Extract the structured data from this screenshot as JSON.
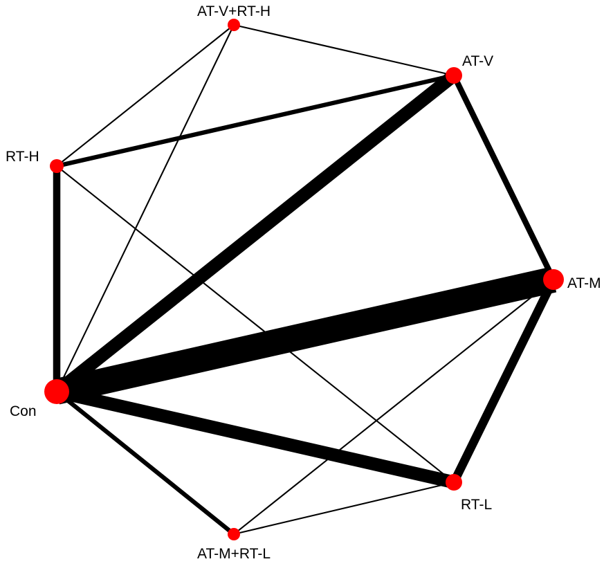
{
  "diagram": {
    "type": "network-graph",
    "colors": {
      "node": "#ff0000",
      "edge": "#000000",
      "background": "#ffffff"
    },
    "nodes": [
      {
        "id": "atv_rth",
        "label": "AT-V+RT-H"
      },
      {
        "id": "atv",
        "label": "AT-V"
      },
      {
        "id": "rth",
        "label": "RT-H"
      },
      {
        "id": "atm",
        "label": "AT-M"
      },
      {
        "id": "con",
        "label": "Con"
      },
      {
        "id": "rtl",
        "label": "RT-L"
      },
      {
        "id": "atm_rtl",
        "label": "AT-M+RT-L"
      }
    ],
    "edges": [
      {
        "from": "atv_rth",
        "to": "atv",
        "weight": 1
      },
      {
        "from": "atv_rth",
        "to": "rth",
        "weight": 1
      },
      {
        "from": "atv_rth",
        "to": "con",
        "weight": 1
      },
      {
        "from": "atv",
        "to": "rth",
        "weight": 3
      },
      {
        "from": "atv",
        "to": "atm",
        "weight": 4
      },
      {
        "from": "atv",
        "to": "con",
        "weight": 9
      },
      {
        "from": "rth",
        "to": "con",
        "weight": 5
      },
      {
        "from": "rth",
        "to": "rtl",
        "weight": 1
      },
      {
        "from": "atm",
        "to": "con",
        "weight": 18
      },
      {
        "from": "atm",
        "to": "rtl",
        "weight": 6
      },
      {
        "from": "atm",
        "to": "atm_rtl",
        "weight": 1
      },
      {
        "from": "con",
        "to": "rtl",
        "weight": 9
      },
      {
        "from": "con",
        "to": "atm_rtl",
        "weight": 3
      },
      {
        "from": "rtl",
        "to": "atm_rtl",
        "weight": 1
      }
    ]
  }
}
